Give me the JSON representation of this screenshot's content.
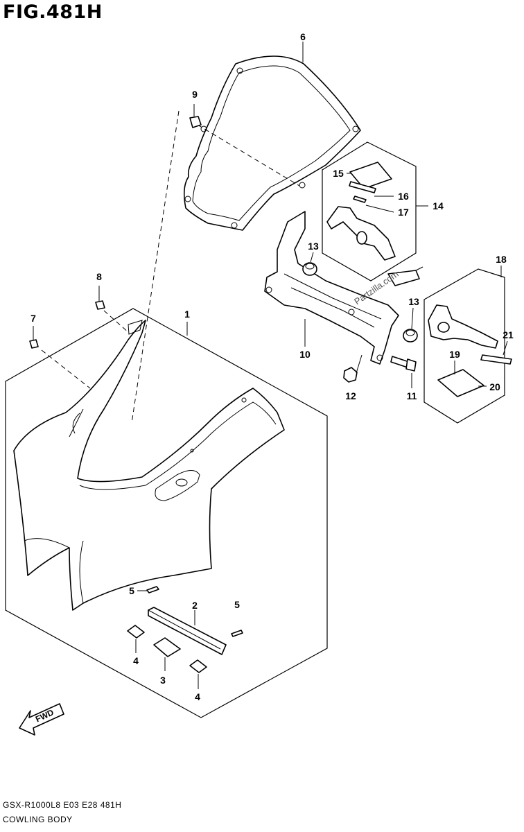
{
  "figure": {
    "title": "FIG.481H",
    "model_code": "GSX-R1000L8  E03  E28  481H",
    "section_name": "COWLING BODY",
    "watermark": "Partzilla.com",
    "fwd_label": "FWD"
  },
  "callouts": [
    {
      "id": "c1",
      "label": "1"
    },
    {
      "id": "c2",
      "label": "2"
    },
    {
      "id": "c3",
      "label": "3"
    },
    {
      "id": "c4a",
      "label": "4"
    },
    {
      "id": "c4b",
      "label": "4"
    },
    {
      "id": "c5a",
      "label": "5"
    },
    {
      "id": "c5b",
      "label": "5"
    },
    {
      "id": "c6",
      "label": "6"
    },
    {
      "id": "c7",
      "label": "7"
    },
    {
      "id": "c8",
      "label": "8"
    },
    {
      "id": "c9",
      "label": "9"
    },
    {
      "id": "c10",
      "label": "10"
    },
    {
      "id": "c11",
      "label": "11"
    },
    {
      "id": "c12",
      "label": "12"
    },
    {
      "id": "c13a",
      "label": "13"
    },
    {
      "id": "c13b",
      "label": "13"
    },
    {
      "id": "c14",
      "label": "14"
    },
    {
      "id": "c15",
      "label": "15"
    },
    {
      "id": "c16",
      "label": "16"
    },
    {
      "id": "c17",
      "label": "17"
    },
    {
      "id": "c18",
      "label": "18"
    },
    {
      "id": "c19",
      "label": "19"
    },
    {
      "id": "c20",
      "label": "20"
    },
    {
      "id": "c21",
      "label": "21"
    }
  ]
}
